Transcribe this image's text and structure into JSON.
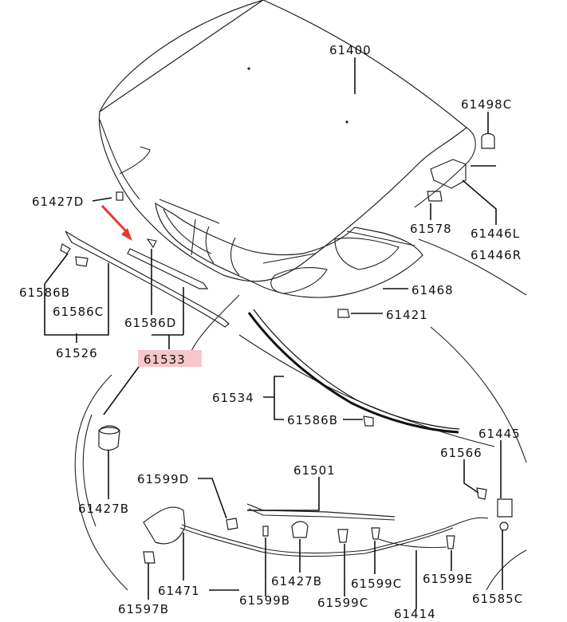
{
  "colors": {
    "arrow": "#e53935",
    "highlight": "#f6c6cb",
    "ink": "#111111"
  },
  "labels": {
    "p61400": "61400",
    "p61498c": "61498C",
    "p61427d": "61427D",
    "p61578": "61578",
    "p61446l": "61446L",
    "p61446r": "61446R",
    "p61586b_a": "61586B",
    "p61586c": "61586C",
    "p61526": "61526",
    "p61468": "61468",
    "p61421": "61421",
    "p61586d": "61586D",
    "p61533": "61533",
    "p61534": "61534",
    "p61586b_b": "61586B",
    "p61445": "61445",
    "p61566": "61566",
    "p61501": "61501",
    "p61599d": "61599D",
    "p61427b_a": "61427B",
    "p61427b_b": "61427B",
    "p61599c_a": "61599C",
    "p61599e": "61599E",
    "p61471": "61471",
    "p61599b": "61599B",
    "p61599c_b": "61599C",
    "p61414": "61414",
    "p61597b": "61597B",
    "p61585c": "61585C"
  }
}
